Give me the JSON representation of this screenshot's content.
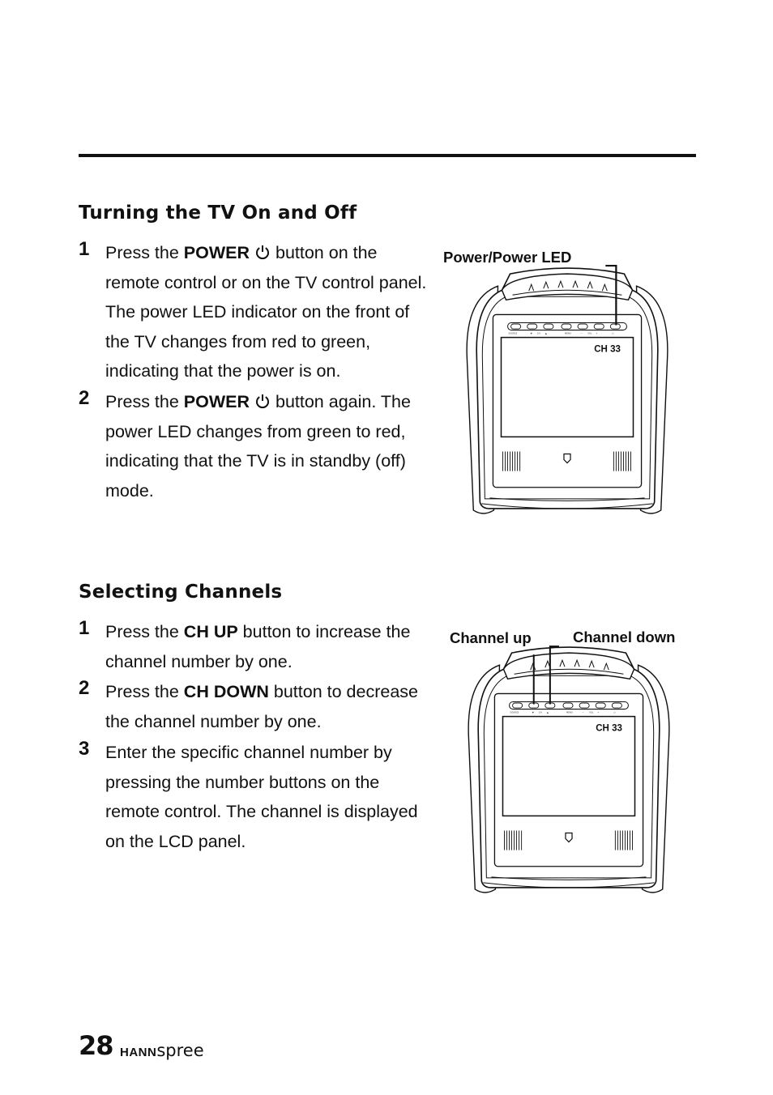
{
  "section1": {
    "title": "Turning the TV On and Off",
    "steps": [
      {
        "num": "1",
        "pre": "Press the ",
        "bold": "POWER",
        "post": " button on the remote control or on the TV control panel. The power LED indicator on the front of the TV changes from red to green, indicating that the power is on."
      },
      {
        "num": "2",
        "pre": "Press the ",
        "bold": "POWER",
        "post": " button again. The power LED changes from green to red, indicating that the TV is in standby (off) mode."
      }
    ],
    "figure": {
      "callout": "Power/Power LED",
      "screen_text": "CH 33"
    }
  },
  "section2": {
    "title": "Selecting Channels",
    "steps": [
      {
        "num": "1",
        "pre": "Press the ",
        "bold": "CH UP",
        "post": " button to increase the channel number by one."
      },
      {
        "num": "2",
        "pre": "Press the ",
        "bold": "CH DOWN",
        "post": " button to decrease the channel number by one."
      },
      {
        "num": "3",
        "pre": "",
        "bold": "",
        "post": "Enter the specific channel number by pressing the number buttons on the remote control. The channel is displayed on the LCD panel."
      }
    ],
    "figure": {
      "callout_up": "Channel up",
      "callout_down": "Channel down",
      "screen_text": "CH 33"
    }
  },
  "footer": {
    "page_number": "28",
    "brand_bold": "HANN",
    "brand_light": "spree"
  }
}
